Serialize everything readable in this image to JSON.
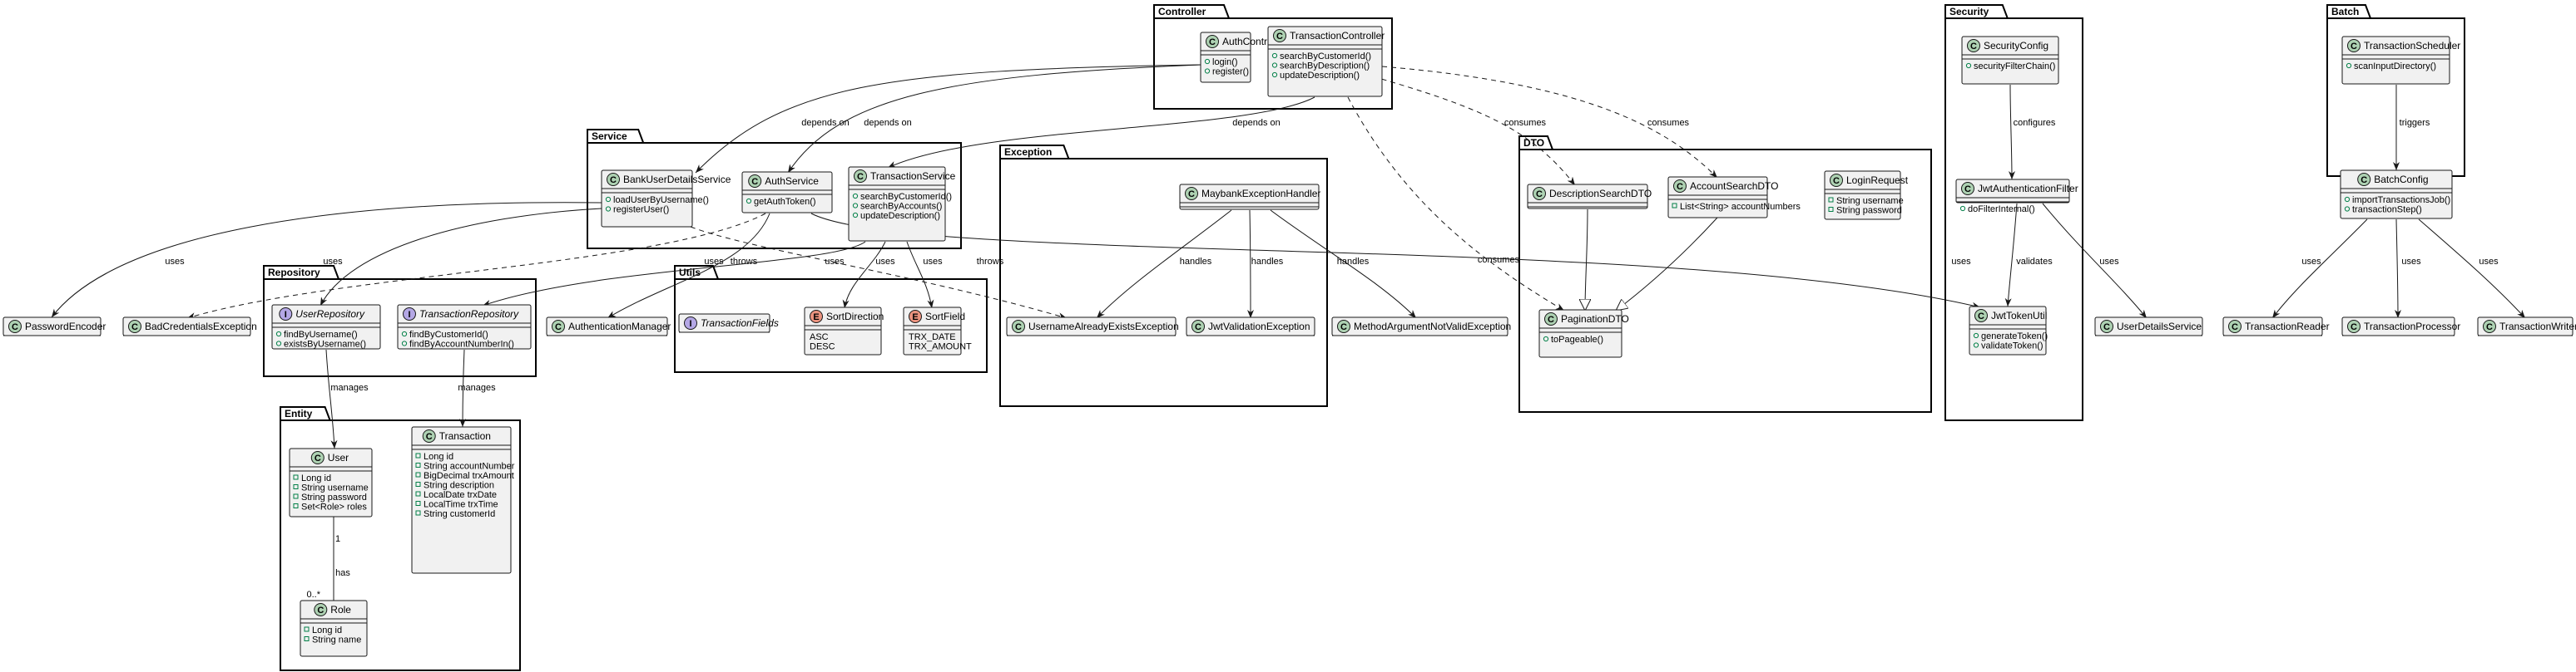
{
  "packages": {
    "controller": "Controller",
    "service": "Service",
    "repository": "Repository",
    "entity": "Entity",
    "utils": "Utils",
    "exception": "Exception",
    "dto": "DTO",
    "security": "Security",
    "batch": "Batch"
  },
  "classes": {
    "authController": {
      "kind": "C",
      "name": "AuthController",
      "members": [
        "login()",
        "register()"
      ]
    },
    "transactionController": {
      "kind": "C",
      "name": "TransactionController",
      "members": [
        "searchByCustomerId()",
        "searchByDescription()",
        "updateDescription()"
      ]
    },
    "bankUserDetailsService": {
      "kind": "C",
      "name": "BankUserDetailsService",
      "members": [
        "loadUserByUsername()",
        "registerUser()"
      ]
    },
    "authService": {
      "kind": "C",
      "name": "AuthService",
      "members": [
        "getAuthToken()"
      ]
    },
    "transactionService": {
      "kind": "C",
      "name": "TransactionService",
      "members": [
        "searchByCustomerId()",
        "searchByAccounts()",
        "updateDescription()"
      ]
    },
    "userRepository": {
      "kind": "I",
      "name": "UserRepository",
      "members": [
        "findByUsername()",
        "existsByUsername()"
      ]
    },
    "transactionRepository": {
      "kind": "I",
      "name": "TransactionRepository",
      "members": [
        "findByCustomerId()",
        "findByAccountNumberIn()"
      ]
    },
    "user": {
      "kind": "C",
      "name": "User",
      "members": [
        "Long id",
        "String username",
        "String password",
        "Set<Role> roles"
      ]
    },
    "transaction": {
      "kind": "C",
      "name": "Transaction",
      "members": [
        "Long id",
        "String accountNumber",
        "BigDecimal trxAmount",
        "String description",
        "LocalDate trxDate",
        "LocalTime trxTime",
        "String customerId"
      ]
    },
    "role": {
      "kind": "C",
      "name": "Role",
      "members": [
        "Long id",
        "String name"
      ]
    },
    "transactionFields": {
      "kind": "I",
      "name": "TransactionFields",
      "members": []
    },
    "sortDirection": {
      "kind": "E",
      "name": "SortDirection",
      "members": [
        "ASC",
        "DESC"
      ]
    },
    "sortField": {
      "kind": "E",
      "name": "SortField",
      "members": [
        "TRX_DATE",
        "TRX_AMOUNT"
      ]
    },
    "maybankExceptionHandler": {
      "kind": "C",
      "name": "MaybankExceptionHandler",
      "members": []
    },
    "usernameAlreadyExistsException": {
      "kind": "C",
      "name": "UsernameAlreadyExistsException",
      "members": []
    },
    "jwtValidationException": {
      "kind": "C",
      "name": "JwtValidationException",
      "members": []
    },
    "methodArgumentNotValidException": {
      "kind": "C",
      "name": "MethodArgumentNotValidException",
      "members": []
    },
    "descriptionSearchDTO": {
      "kind": "C",
      "name": "DescriptionSearchDTO",
      "members": []
    },
    "accountSearchDTO": {
      "kind": "C",
      "name": "AccountSearchDTO",
      "members": [
        "List<String> accountNumbers"
      ]
    },
    "loginRequest": {
      "kind": "C",
      "name": "LoginRequest",
      "members": [
        "String username",
        "String password"
      ]
    },
    "paginationDTO": {
      "kind": "C",
      "name": "PaginationDTO",
      "members": [
        "toPageable()"
      ]
    },
    "securityConfig": {
      "kind": "C",
      "name": "SecurityConfig",
      "members": [
        "securityFilterChain()"
      ]
    },
    "jwtAuthenticationFilter": {
      "kind": "C",
      "name": "JwtAuthenticationFilter",
      "members": [
        "doFilterInternal()"
      ]
    },
    "jwtTokenUtil": {
      "kind": "C",
      "name": "JwtTokenUtil",
      "members": [
        "generateToken()",
        "validateToken()"
      ]
    },
    "transactionScheduler": {
      "kind": "C",
      "name": "TransactionScheduler",
      "members": [
        "scanInputDirectory()"
      ]
    },
    "batchConfig": {
      "kind": "C",
      "name": "BatchConfig",
      "members": [
        "importTransactionsJob()",
        "transactionStep()"
      ]
    },
    "passwordEncoder": {
      "kind": "C",
      "name": "PasswordEncoder",
      "members": []
    },
    "badCredentialsException": {
      "kind": "C",
      "name": "BadCredentialsException",
      "members": []
    },
    "authenticationManager": {
      "kind": "C",
      "name": "AuthenticationManager",
      "members": []
    },
    "userDetailsService": {
      "kind": "C",
      "name": "UserDetailsService",
      "members": []
    },
    "transactionReader": {
      "kind": "C",
      "name": "TransactionReader",
      "members": []
    },
    "transactionProcessor": {
      "kind": "C",
      "name": "TransactionProcessor",
      "members": []
    },
    "transactionWriter": {
      "kind": "C",
      "name": "TransactionWriter",
      "members": []
    }
  },
  "relations": [
    {
      "from": "authController",
      "to": "bankUserDetailsService",
      "label": "depends on",
      "style": "solid"
    },
    {
      "from": "authController",
      "to": "authService",
      "label": "depends on",
      "style": "solid"
    },
    {
      "from": "transactionController",
      "to": "transactionService",
      "label": "depends on",
      "style": "solid"
    },
    {
      "from": "transactionController",
      "to": "descriptionSearchDTO",
      "label": "consumes",
      "style": "dashed"
    },
    {
      "from": "transactionController",
      "to": "accountSearchDTO",
      "label": "consumes",
      "style": "dashed"
    },
    {
      "from": "transactionController",
      "to": "paginationDTO",
      "label": "consumes",
      "style": "dashed"
    },
    {
      "from": "bankUserDetailsService",
      "to": "passwordEncoder",
      "label": "uses",
      "style": "solid"
    },
    {
      "from": "bankUserDetailsService",
      "to": "userRepository",
      "label": "uses",
      "style": "solid"
    },
    {
      "from": "bankUserDetailsService",
      "to": "usernameAlreadyExistsException",
      "label": "throws",
      "style": "dashed"
    },
    {
      "from": "authService",
      "to": "badCredentialsException",
      "label": "throws",
      "style": "dashed"
    },
    {
      "from": "authService",
      "to": "authenticationManager",
      "label": "uses",
      "style": "solid"
    },
    {
      "from": "authService",
      "to": "jwtTokenUtil",
      "label": "uses",
      "style": "solid"
    },
    {
      "from": "transactionService",
      "to": "transactionRepository",
      "label": "uses",
      "style": "solid"
    },
    {
      "from": "transactionService",
      "to": "sortDirection",
      "label": "uses",
      "style": "solid"
    },
    {
      "from": "transactionService",
      "to": "sortField",
      "label": "uses",
      "style": "solid"
    },
    {
      "from": "userRepository",
      "to": "user",
      "label": "manages",
      "style": "solid"
    },
    {
      "from": "transactionRepository",
      "to": "transaction",
      "label": "manages",
      "style": "solid"
    },
    {
      "from": "user",
      "to": "role",
      "label": "has",
      "style": "composition",
      "fromMult": "1",
      "toMult": "0..*"
    },
    {
      "from": "maybankExceptionHandler",
      "to": "usernameAlreadyExistsException",
      "label": "handles",
      "style": "solid"
    },
    {
      "from": "maybankExceptionHandler",
      "to": "jwtValidationException",
      "label": "handles",
      "style": "solid"
    },
    {
      "from": "maybankExceptionHandler",
      "to": "methodArgumentNotValidException",
      "label": "handles",
      "style": "solid"
    },
    {
      "from": "descriptionSearchDTO",
      "to": "paginationDTO",
      "label": "",
      "style": "extends"
    },
    {
      "from": "accountSearchDTO",
      "to": "paginationDTO",
      "label": "",
      "style": "extends"
    },
    {
      "from": "securityConfig",
      "to": "jwtAuthenticationFilter",
      "label": "configures",
      "style": "solid"
    },
    {
      "from": "jwtAuthenticationFilter",
      "to": "jwtTokenUtil",
      "label": "validates",
      "style": "solid"
    },
    {
      "from": "jwtAuthenticationFilter",
      "to": "userDetailsService",
      "label": "uses",
      "style": "solid"
    },
    {
      "from": "transactionScheduler",
      "to": "batchConfig",
      "label": "triggers",
      "style": "solid"
    },
    {
      "from": "batchConfig",
      "to": "transactionReader",
      "label": "uses",
      "style": "solid"
    },
    {
      "from": "batchConfig",
      "to": "transactionProcessor",
      "label": "uses",
      "style": "solid"
    },
    {
      "from": "batchConfig",
      "to": "transactionWriter",
      "label": "uses",
      "style": "solid"
    }
  ]
}
